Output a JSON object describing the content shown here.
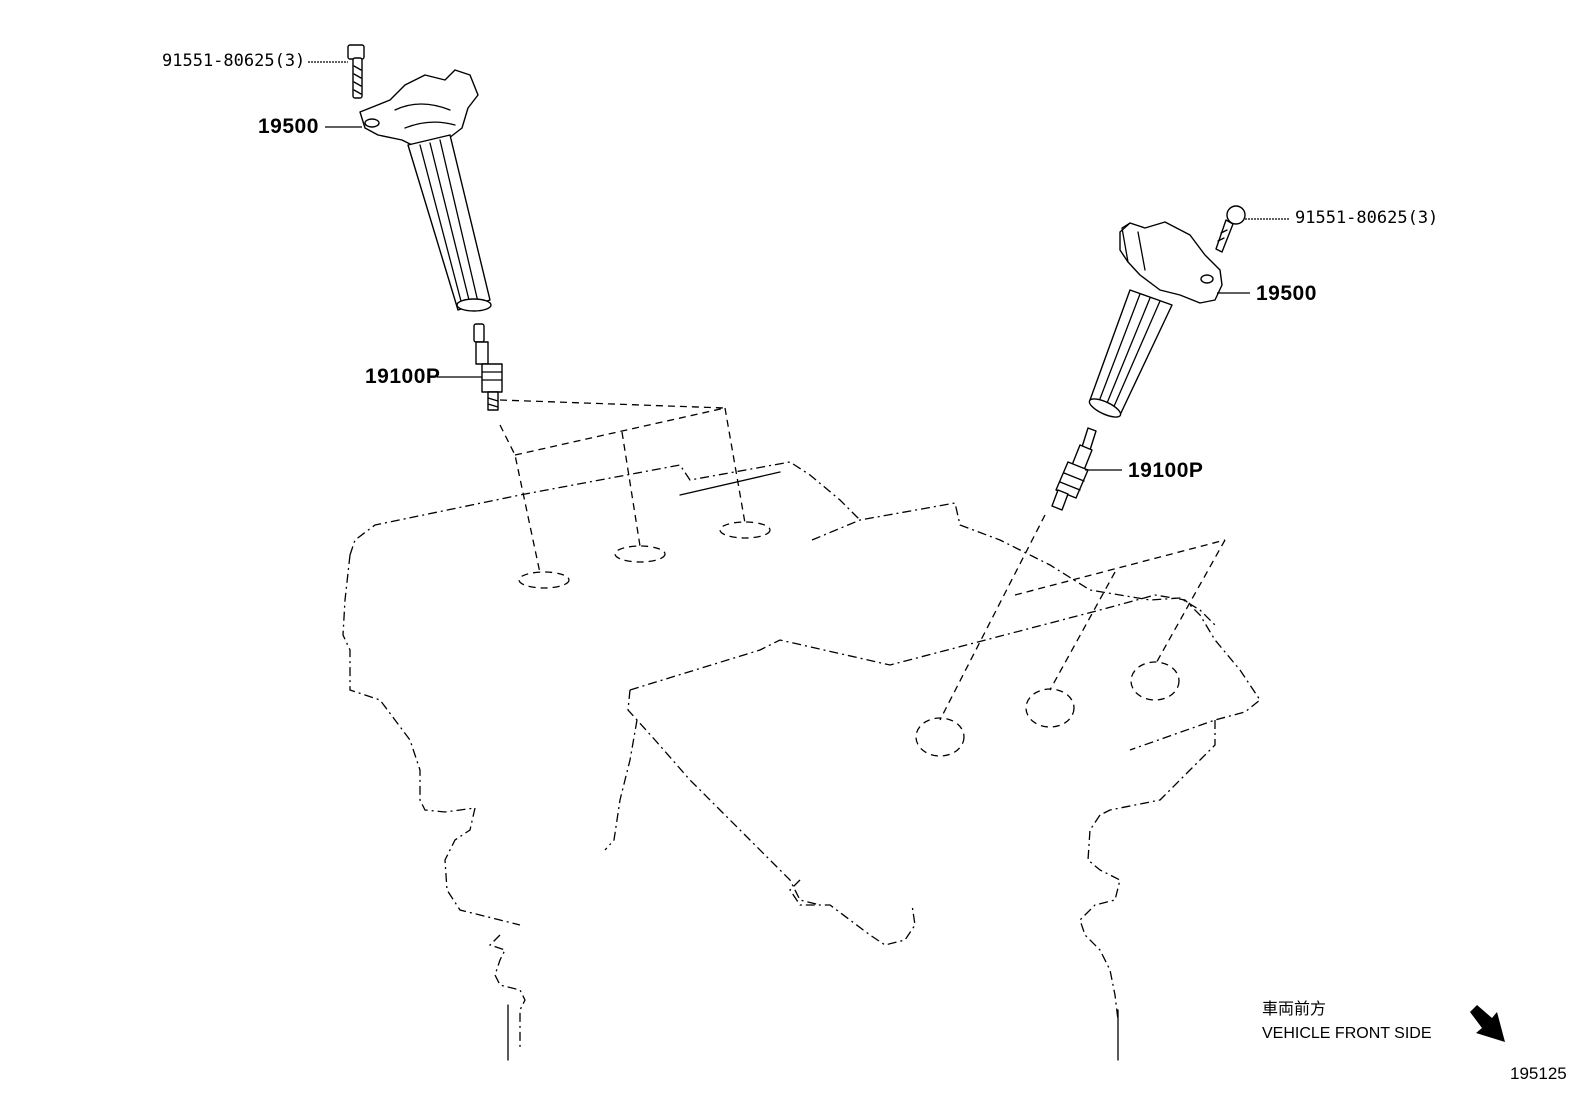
{
  "callouts": {
    "bolt_left": "91551-80625(3)",
    "coil_left": "19500",
    "plug_left": "19100P",
    "bolt_right": "91551-80625(3)",
    "coil_right": "19500",
    "plug_right": "19100P"
  },
  "orientation": {
    "japanese": "車両前方",
    "english": "VEHICLE FRONT SIDE",
    "arrow_icon": "arrow-down-right-icon"
  },
  "figure_number": "195125"
}
